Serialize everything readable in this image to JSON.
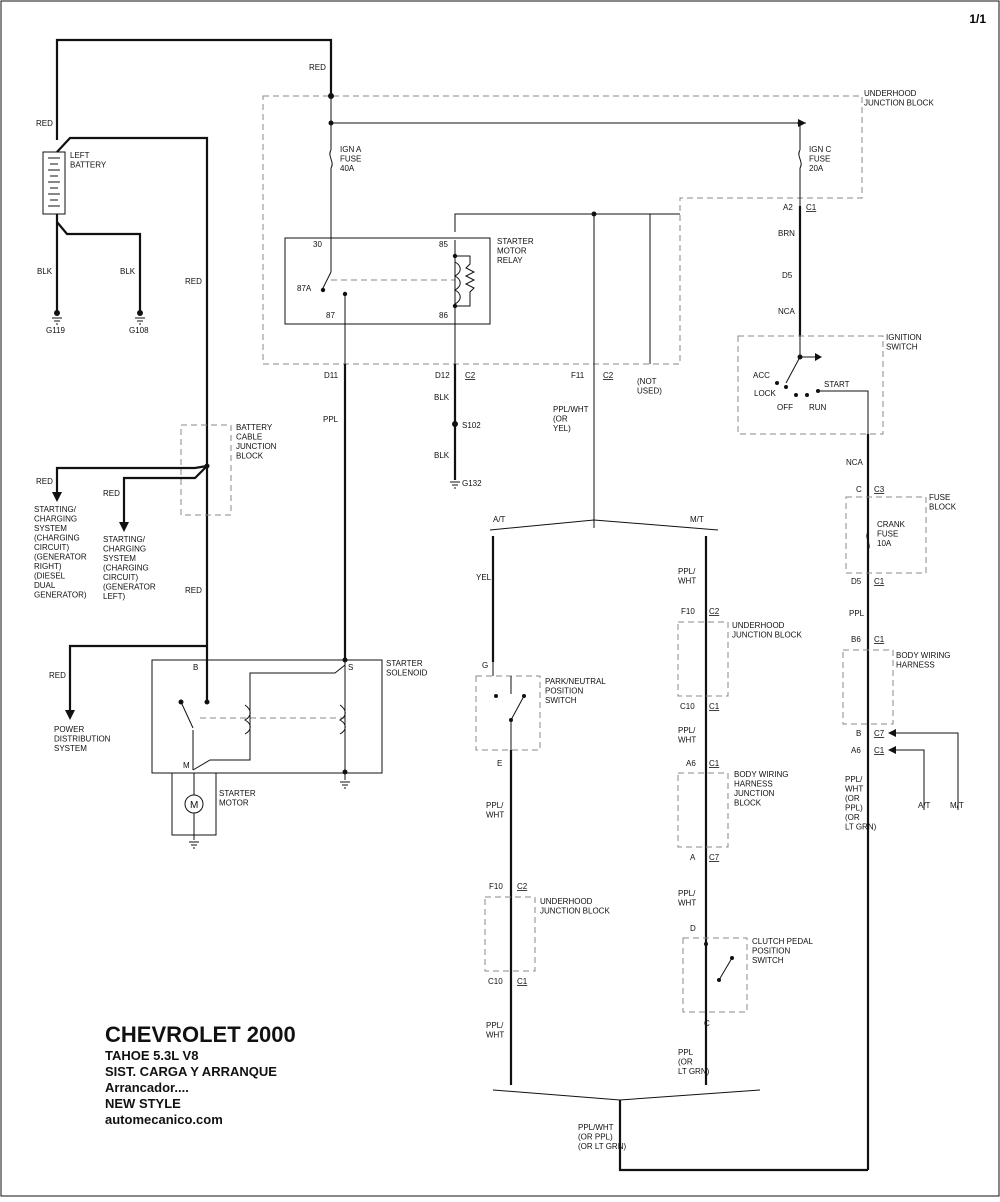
{
  "page_number": "1/1",
  "title": {
    "make_year": "CHEVROLET 2000",
    "model": "TAHOE  5.3L  V8",
    "system": "SIST. CARGA Y ARRANQUE",
    "subsystem": "Arrancador....",
    "style": "NEW STYLE",
    "site": "automecanico.com"
  },
  "wire_colors": {
    "red": "RED",
    "blk": "BLK",
    "ppl": "PPL",
    "brn": "BRN",
    "nca": "NCA",
    "yel": "YEL",
    "ppl_wht": "PPL/\nWHT",
    "ppl_wht_or_yel": "PPL/WHT\n(OR\nYEL)",
    "ppl_or_ltgrn": "PPL\n(OR\nLT GRN)",
    "ppl_wht_long": "PPL/\nWHT\n(OR\nPPL)\n(OR\nLT GRN)",
    "ppl_wht_bottom": "PPL/WHT\n(OR PPL)\n(OR LT GRN)"
  },
  "components": {
    "left_battery": "LEFT\nBATTERY",
    "ign_a_fuse": "IGN A\nFUSE\n40A",
    "ign_c_fuse": "IGN C\nFUSE\n20A",
    "underhood_jb": "UNDERHOOD\nJUNCTION BLOCK",
    "starter_relay": "STARTER\nMOTOR\nRELAY",
    "ignition_switch": "IGNITION\nSWITCH",
    "battery_cable_jb": "BATTERY\nCABLE\nJUNCTION\nBLOCK",
    "fuse_block": "FUSE\nBLOCK",
    "crank_fuse": "CRANK\nFUSE\n10A",
    "body_wiring_harness": "BODY WIRING\nHARNESS",
    "body_wiring_jb": "BODY WIRING\nHARNESS\nJUNCTION\nBLOCK",
    "park_neutral": "PARK/NEUTRAL\nPOSITION\nSWITCH",
    "clutch_switch": "CLUTCH PEDAL\nPOSITION\nSWITCH",
    "starter_solenoid": "STARTER\nSOLENOID",
    "starter_motor": "STARTER\nMOTOR",
    "motor_symbol": "M",
    "not_used": "(NOT\nUSED)",
    "charging_right": "STARTING/\nCHARGING\nSYSTEM\n(CHARGING\nCIRCUIT)\n(GENERATOR\nRIGHT)\n(DIESEL\nDUAL\nGENERATOR)",
    "charging_left": "STARTING/\nCHARGING\nSYSTEM\n(CHARGING\nCIRCUIT)\n(GENERATOR\nLEFT)",
    "power_distribution": "POWER\nDISTRIBUTION\nSYSTEM"
  },
  "grounds": {
    "g119": "G119",
    "g108": "G108",
    "g132": "G132",
    "s102": "S102"
  },
  "switch_positions": {
    "acc": "ACC",
    "lock": "LOCK",
    "off": "OFF",
    "run": "RUN",
    "start": "START"
  },
  "branches": {
    "at": "A/T",
    "mt": "M/T"
  },
  "pins": {
    "p30": "30",
    "p85": "85",
    "p87a": "87A",
    "p87": "87",
    "p86": "86",
    "d11": "D11",
    "d12": "D12",
    "c2": "C2",
    "f11": "F11",
    "a2": "A2",
    "c1": "C1",
    "d5": "D5",
    "c": "C",
    "c3": "C3",
    "b6": "B6",
    "b": "B",
    "c7": "C7",
    "a6": "A6",
    "g": "G",
    "e": "E",
    "f10": "F10",
    "c10": "C10",
    "a": "A",
    "d": "D",
    "s": "S",
    "m": "M"
  }
}
